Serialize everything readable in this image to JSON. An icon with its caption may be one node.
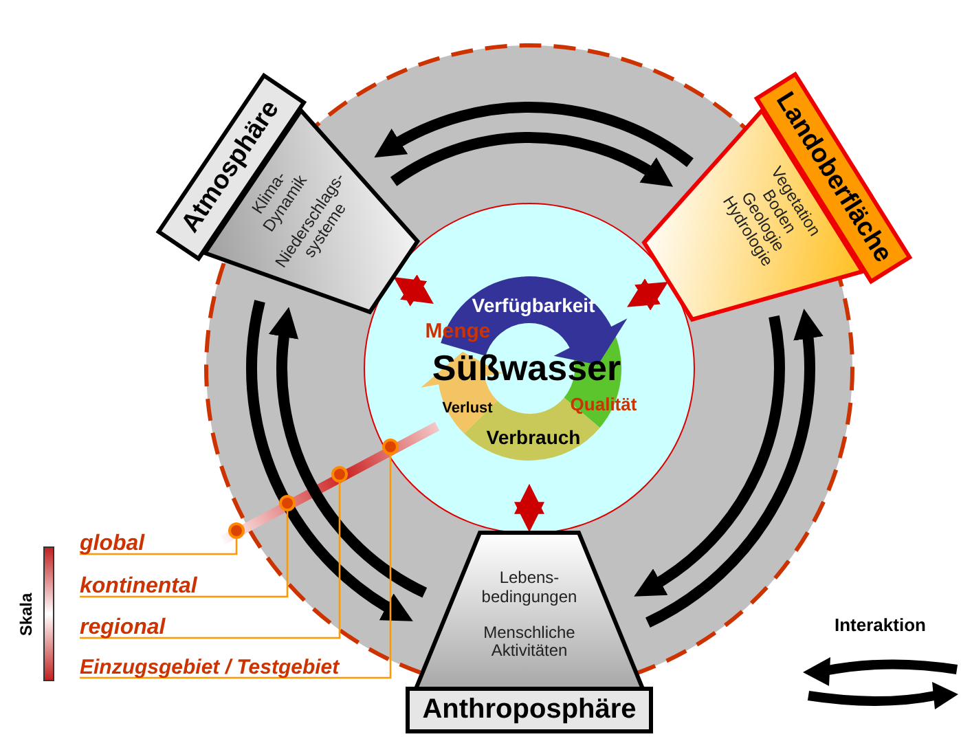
{
  "diagram": {
    "nodes": [
      {
        "text": [
          "Atmosphäre",
          "Klima-Dynamik",
          "Niederschlags-systeme"
        ]
      },
      {
        "text": [
          "Landoberfläche",
          "Vegetation",
          "Boden",
          "Geologie",
          "Hydrologie"
        ]
      },
      {
        "text": [
          "Lebens-bedingungen",
          "Menschliche Aktivitäten",
          "Anthroposphäre"
        ]
      },
      {
        "text": [
          "Verfügbarkeit",
          "Menge",
          "Süßwasser",
          "Qualität",
          "Verlust",
          "Verbrauch"
        ]
      },
      {
        "text": [
          "global"
        ]
      },
      {
        "text": [
          "kontinental"
        ]
      },
      {
        "text": [
          "regional"
        ]
      },
      {
        "text": [
          "Einzugsgebiet / Testgebiet"
        ]
      },
      {
        "text": [],
        "shape": "circle"
      },
      {
        "text": [],
        "shape": "circle"
      },
      {
        "text": [],
        "shape": "circle"
      },
      {
        "text": [],
        "shape": "circle"
      }
    ],
    "edges": [
      {
        "from": 1,
        "to": 0,
        "arrow": "to"
      },
      {
        "from": 0,
        "to": 1,
        "arrow": "to"
      },
      {
        "from": 0,
        "to": 2,
        "arrow": "to"
      },
      {
        "from": 2,
        "to": 0,
        "arrow": "to"
      },
      {
        "from": 1,
        "to": 2,
        "arrow": "to"
      },
      {
        "from": 2,
        "to": 1,
        "arrow": "to"
      },
      {
        "from": 0,
        "to": 3,
        "arrow": "both",
        "color": "#cc0000"
      },
      {
        "from": 1,
        "to": 3,
        "arrow": "both",
        "color": "#cc0000"
      },
      {
        "from": 2,
        "to": 3,
        "arrow": "both",
        "color": "#cc0000"
      },
      {
        "from": 4,
        "to": 8,
        "arrow": "none",
        "color": "#ff9900"
      },
      {
        "from": 5,
        "to": 9,
        "arrow": "none",
        "color": "#ff9900"
      },
      {
        "from": 6,
        "to": 10,
        "arrow": "none",
        "color": "#ff9900"
      },
      {
        "from": 7,
        "to": 11,
        "arrow": "none",
        "color": "#ff9900"
      }
    ],
    "labels": [
      "Skala"
    ],
    "legend": [
      {
        "text": "Interaktion"
      }
    ]
  }
}
